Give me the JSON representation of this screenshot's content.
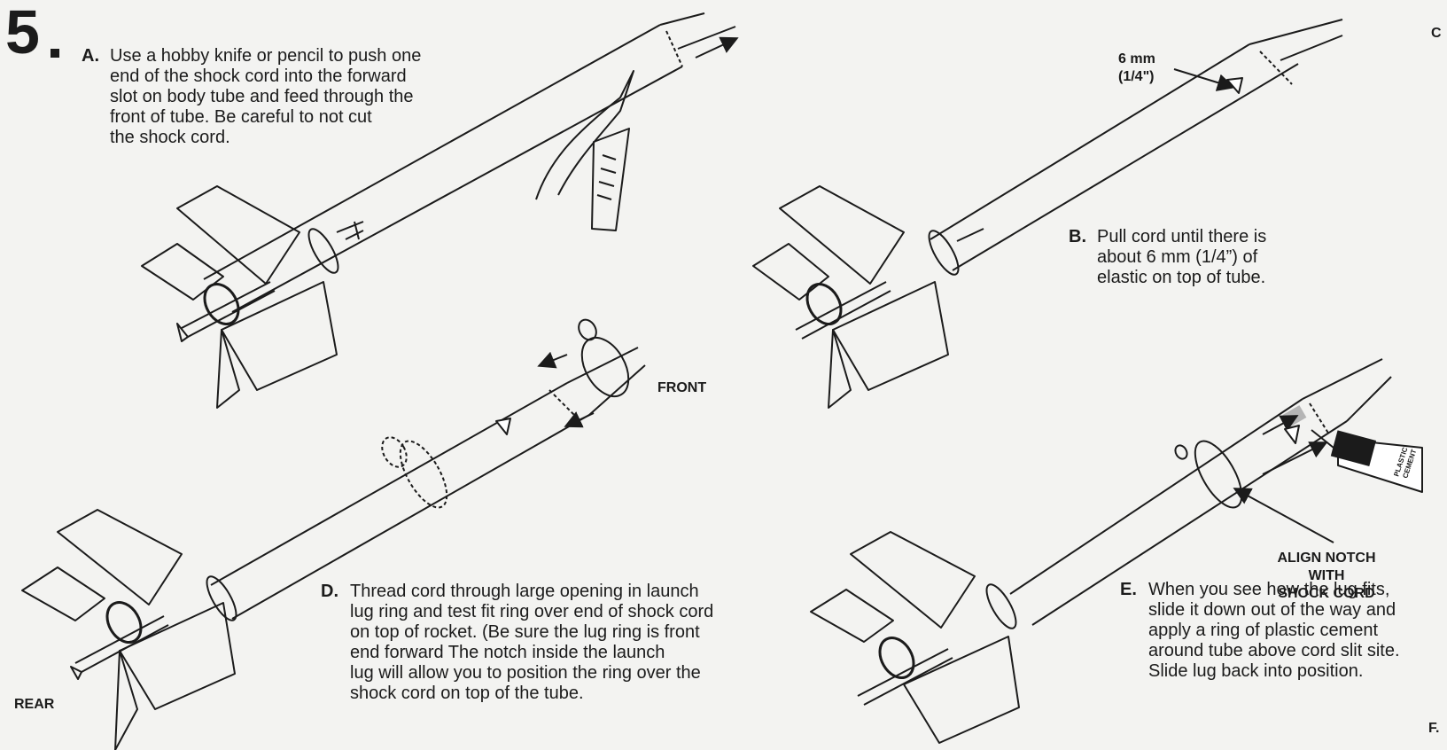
{
  "step_number": "5",
  "steps": {
    "a": {
      "letter": "A.",
      "lines": [
        "Use a hobby knife or pencil to push one",
        "end of the shock cord into the forward",
        "slot on body tube and feed through the",
        "front of tube. Be careful to not cut",
        "the shock cord."
      ]
    },
    "b": {
      "letter": "B.",
      "lines": [
        "Pull  cord until there is",
        "about 6 mm (1/4”) of",
        "elastic on top of tube."
      ]
    },
    "d": {
      "letter": "D.",
      "lines": [
        "Thread cord  through large opening in launch",
        "lug ring and  test fit ring over end of shock cord",
        "on top of rocket. (Be sure the lug ring is front",
        "end forward    The notch inside the launch",
        "lug will allow  you to position the ring over the",
        "shock cord on  top of the tube."
      ]
    },
    "e": {
      "letter": "E.",
      "lines": [
        "When you see how the lug fits,",
        "slide it down out of the way and",
        "apply a ring of plastic cement",
        "around tube above cord slit site.",
        "Slide lug back into position."
      ]
    }
  },
  "labels": {
    "measure_mm": "6 mm",
    "measure_in": "(1/4\")",
    "front": "FRONT",
    "rear": "REAR",
    "align_1": "ALIGN NOTCH WITH",
    "align_2": "SHOCK CORD",
    "cement_1": "PLASTIC",
    "cement_2": "CEMENT",
    "edge_c": "C",
    "edge_f": "F."
  }
}
